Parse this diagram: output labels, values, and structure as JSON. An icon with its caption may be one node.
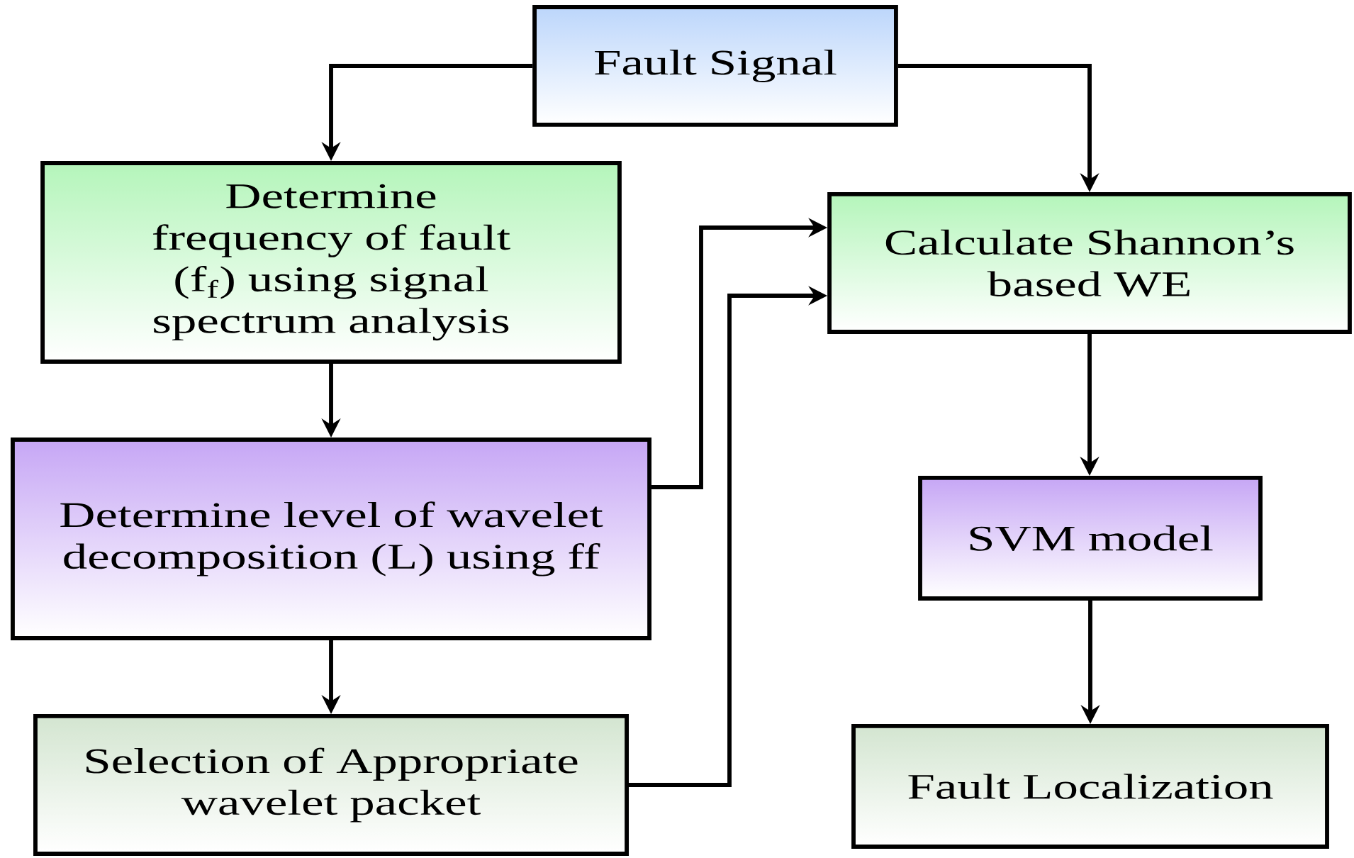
{
  "diagram": {
    "nodes": [
      {
        "text": [
          "Fault Signal"
        ]
      },
      {
        "text": [
          "Determine frequency of fault (f$_{f}$) using signal spectrum analysis"
        ]
      },
      {
        "text": [
          "Calculate Shannon’s based WE"
        ]
      },
      {
        "text": [
          "Determine level of wavelet decomposition (L) using ff"
        ]
      },
      {
        "text": [
          "SVM model"
        ]
      },
      {
        "text": [
          "Selection of Appropriate wavelet packet"
        ]
      },
      {
        "text": [
          "Fault Localization"
        ]
      }
    ],
    "edges": [
      {
        "from": 0,
        "to": 1,
        "arrow": "to"
      },
      {
        "from": 0,
        "to": 2,
        "arrow": "to"
      },
      {
        "from": 1,
        "to": 3,
        "arrow": "to"
      },
      {
        "from": 3,
        "to": 2,
        "arrow": "to"
      },
      {
        "from": 3,
        "to": 5,
        "arrow": "to"
      },
      {
        "from": 5,
        "to": 2,
        "arrow": "to"
      },
      {
        "from": 2,
        "to": 4,
        "arrow": "to"
      },
      {
        "from": 4,
        "to": 6,
        "arrow": "to"
      }
    ]
  }
}
